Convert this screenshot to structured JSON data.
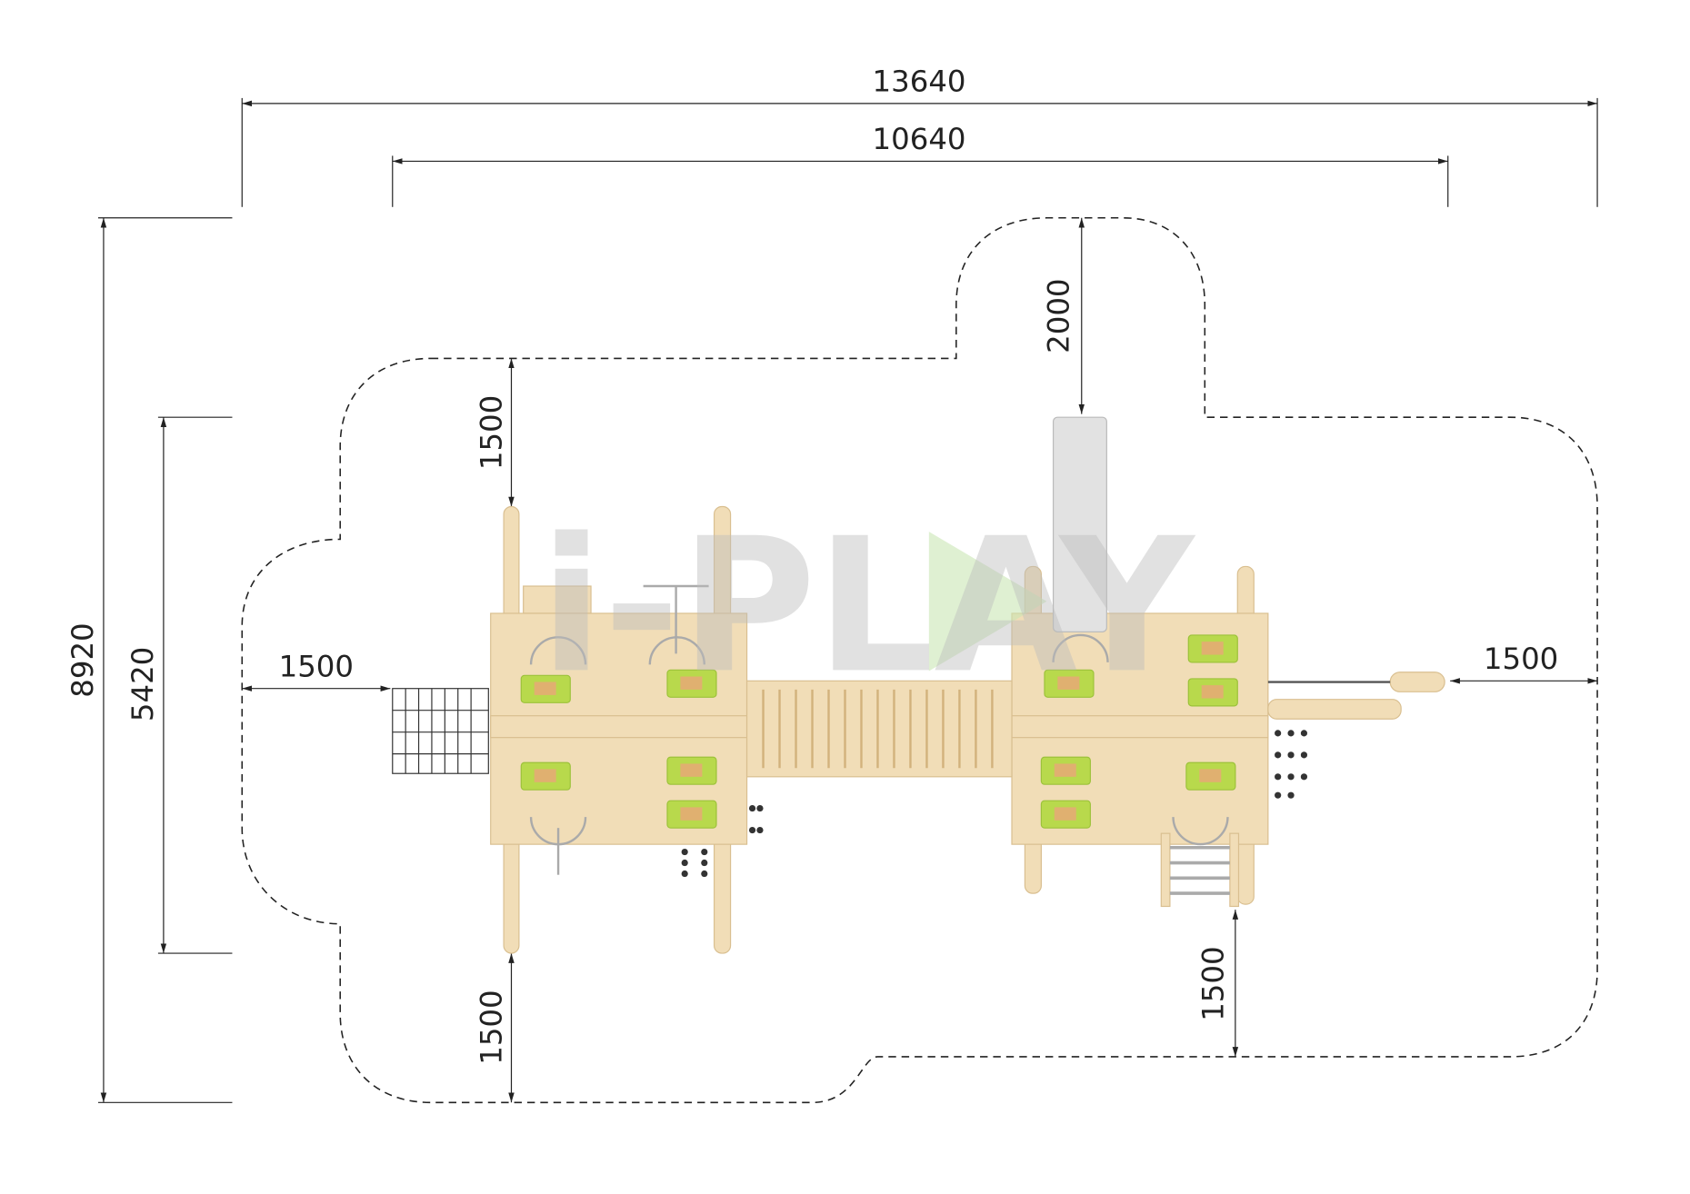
{
  "watermark": {
    "brand": "i-PLAY",
    "accent_color": "#7cc242"
  },
  "dimensions": {
    "overall_width": "13640",
    "equipment_width": "10640",
    "overall_depth": "8920",
    "equipment_depth": "5420",
    "left_clearance": "1500",
    "right_clearance": "1500",
    "top_left_clearance": "1500",
    "slide_clearance": "2000",
    "bottom_left_clearance": "1500",
    "bottom_right_clearance": "1500"
  },
  "colors": {
    "wood": "#f1ddb7",
    "window": "#b8d94c",
    "slide": "#dcdcdc",
    "line": "#222222"
  }
}
